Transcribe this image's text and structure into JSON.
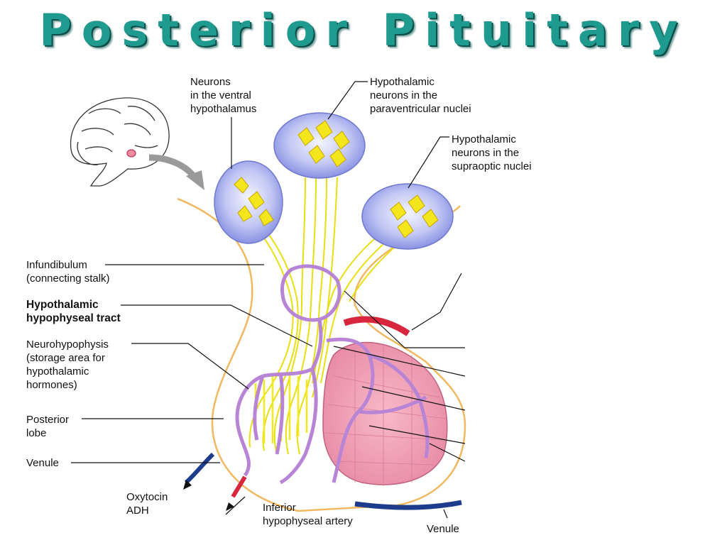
{
  "title": "Posterior Pituitary",
  "labels": {
    "neurons_ventral": "Neurons\nin the ventral\nhypothalamus",
    "paraventricular": "Hypothalamic\nneurons in the\nparaventricular nuclei",
    "supraoptic": "Hypothalamic\nneurons in the\nsupraoptic nuclei",
    "infundibulum": "Infundibulum\n(connecting stalk)",
    "tract": "Hypothalamic\nhypophyseal tract",
    "neurohypophysis": "Neurohypophysis\n(storage area for\nhypothalamic\nhormones)",
    "posterior_lobe": "Posterior\nlobe",
    "venule_left": "Venule",
    "oxytocin_adh": "Oxytocin\nADH",
    "inferior_artery": "Inferior\nhypophyseal artery",
    "venule_bottom": "Venule"
  },
  "colors": {
    "title": "#1f9a8f",
    "axon": "#f2ea1a",
    "capillary": "#c9a0e0",
    "anterior_tissue": "#f2a8bd",
    "outline": "#f0b860",
    "artery": "#d7263d",
    "vein": "#1e3c8c",
    "nucleus_ellipse": "#8d95e6"
  },
  "icons": [
    "brain-icon",
    "arrow-icon"
  ]
}
